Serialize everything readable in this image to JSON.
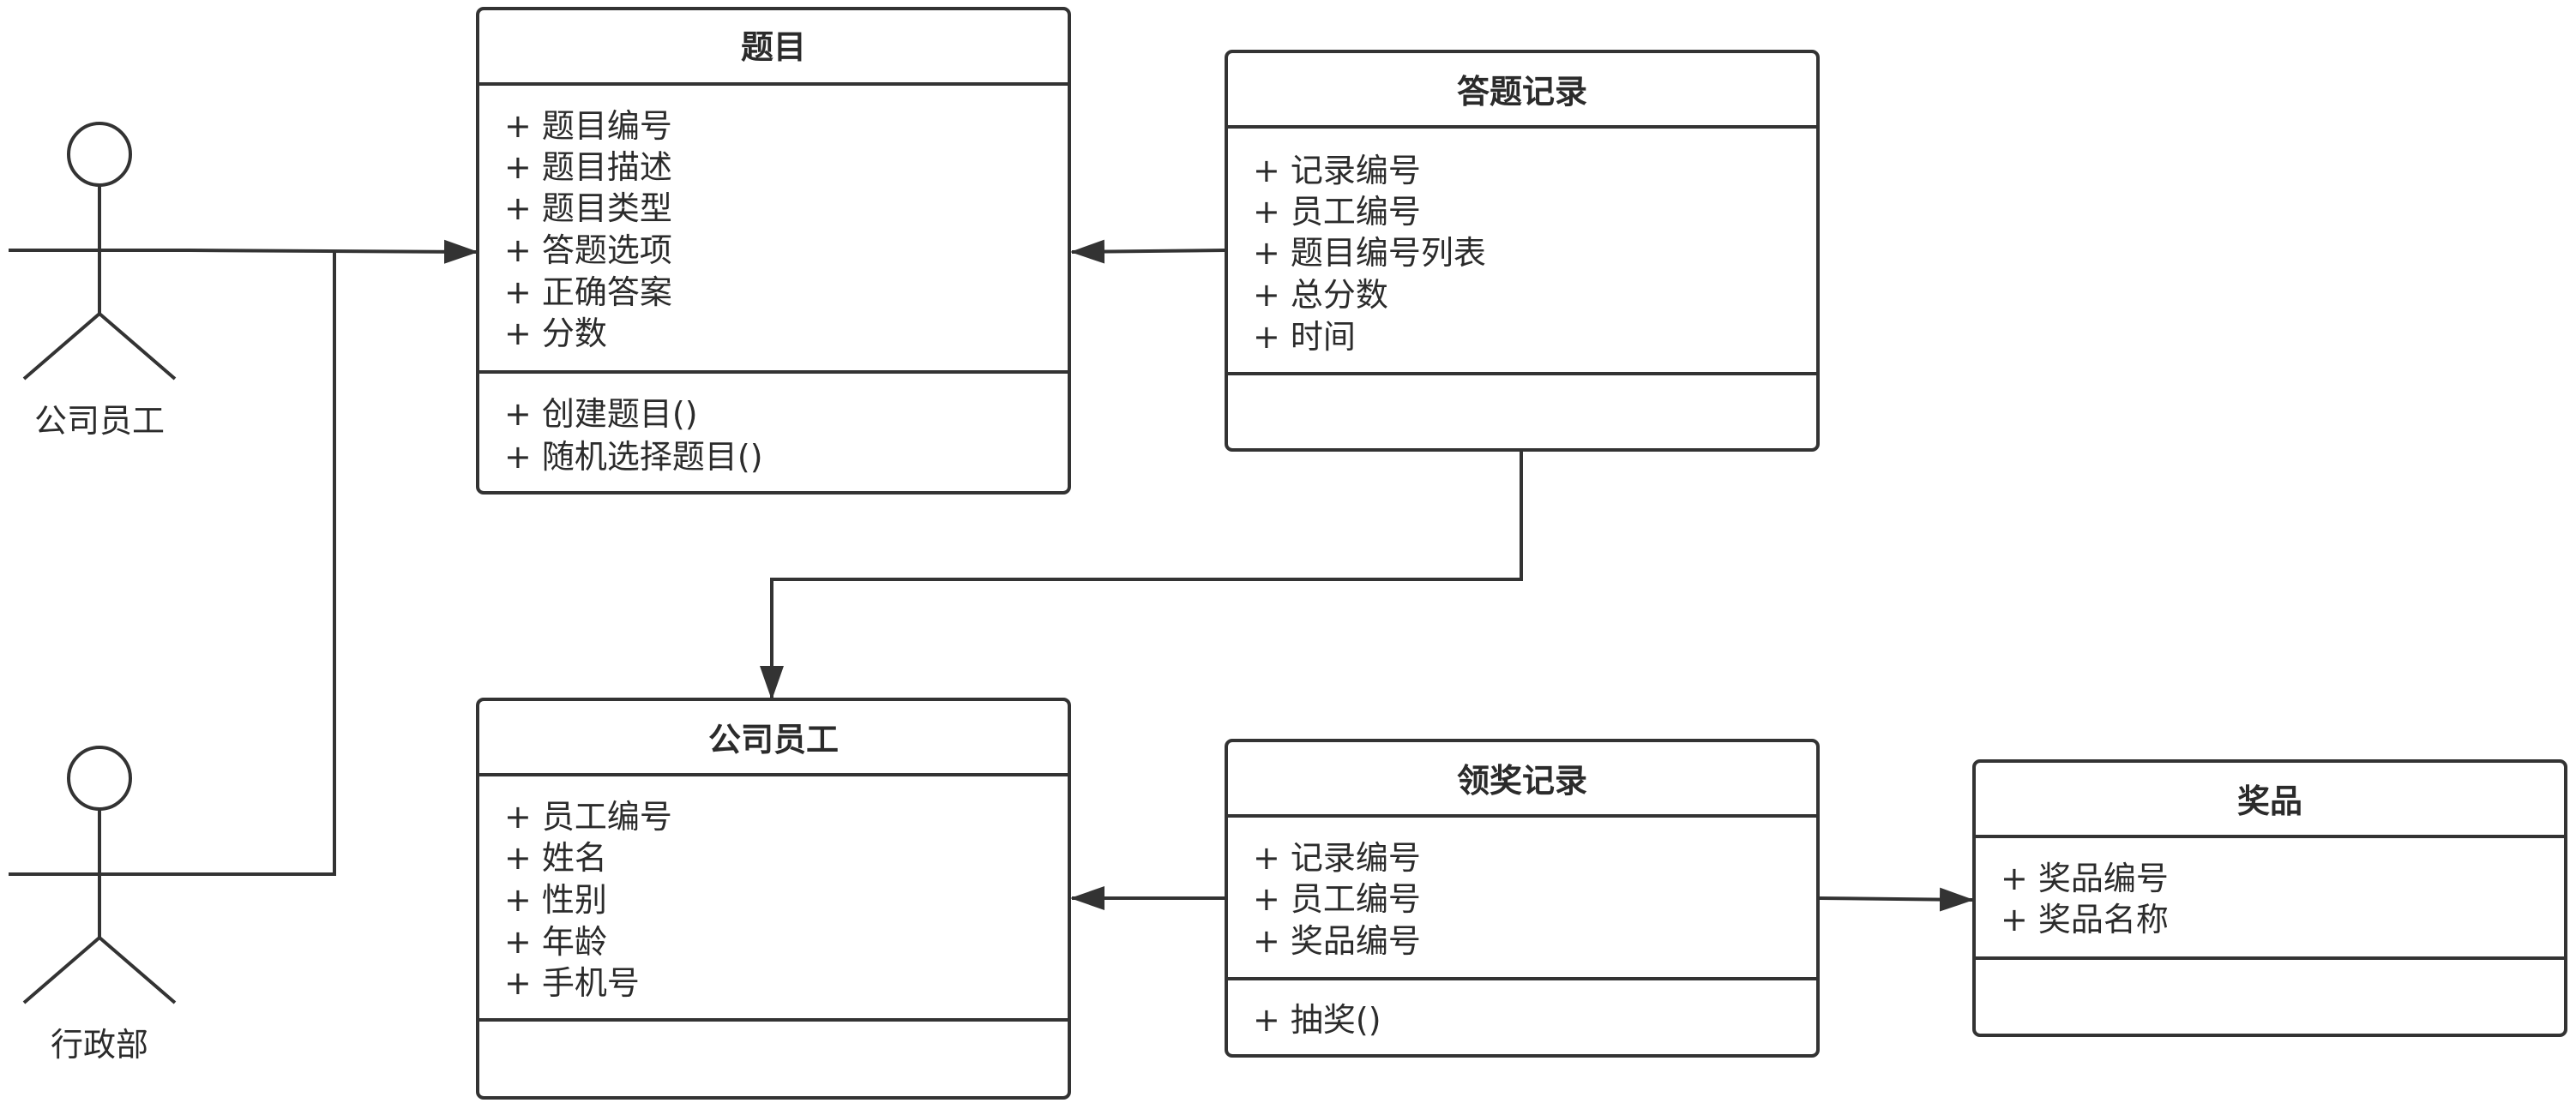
{
  "diagram": {
    "type": "uml-class-diagram",
    "line_color": "#333333",
    "box_fill": "#ffffff",
    "actors": [
      {
        "id": "actor-employee",
        "label": "公司员工"
      },
      {
        "id": "actor-admin",
        "label": "行政部"
      }
    ],
    "classes": [
      {
        "id": "question",
        "name": "题目",
        "attributes": [
          "+ 题目编号",
          "+ 题目描述",
          "+ 题目类型",
          "+ 答题选项",
          "+ 正确答案",
          "+ 分数"
        ],
        "methods": [
          "+ 创建题目()",
          "+ 随机选择题目()"
        ]
      },
      {
        "id": "answer-record",
        "name": "答题记录",
        "attributes": [
          "+ 记录编号",
          "+ 员工编号",
          "+ 题目编号列表",
          "+ 总分数",
          "+ 时间"
        ],
        "methods": []
      },
      {
        "id": "employee",
        "name": "公司员工",
        "attributes": [
          "+ 员工编号",
          "+ 姓名",
          "+ 性别",
          "+ 年龄",
          "+ 手机号"
        ],
        "methods": []
      },
      {
        "id": "prize-record",
        "name": "领奖记录",
        "attributes": [
          "+ 记录编号",
          "+ 员工编号",
          "+ 奖品编号"
        ],
        "methods": [
          "+ 抽奖()"
        ]
      },
      {
        "id": "prize",
        "name": "奖品",
        "attributes": [
          "+ 奖品编号",
          "+ 奖品名称"
        ],
        "methods": []
      }
    ],
    "relations": [
      {
        "from": "actor-employee",
        "to": "question"
      },
      {
        "from": "actor-admin",
        "to": "question"
      },
      {
        "from": "answer-record",
        "to": "question"
      },
      {
        "from": "answer-record",
        "to": "employee"
      },
      {
        "from": "prize-record",
        "to": "employee"
      },
      {
        "from": "prize-record",
        "to": "prize"
      }
    ]
  }
}
